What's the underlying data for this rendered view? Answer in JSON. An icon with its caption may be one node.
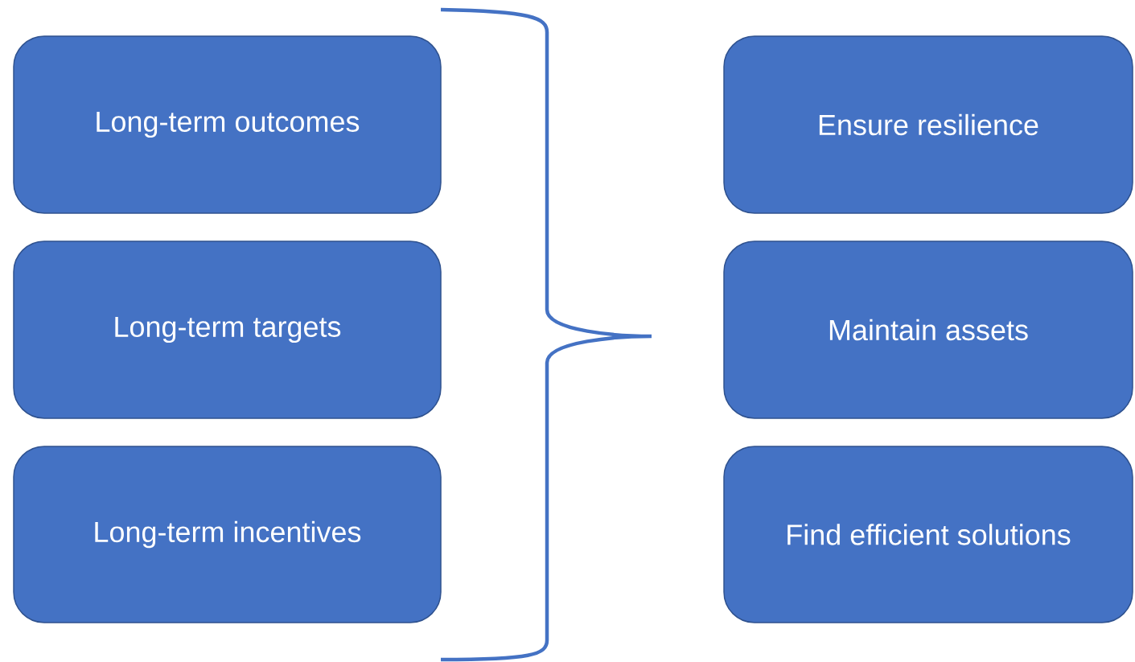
{
  "diagram": {
    "nodes": [
      {
        "text": [
          "Long-term outcomes"
        ]
      },
      {
        "text": [
          "Long-term targets"
        ]
      },
      {
        "text": [
          "Long-term incentives"
        ]
      },
      {
        "text": [
          "Ensure resilience"
        ]
      },
      {
        "text": [
          "Maintain assets"
        ]
      },
      {
        "text": [
          "Find efficient solutions"
        ]
      }
    ]
  }
}
